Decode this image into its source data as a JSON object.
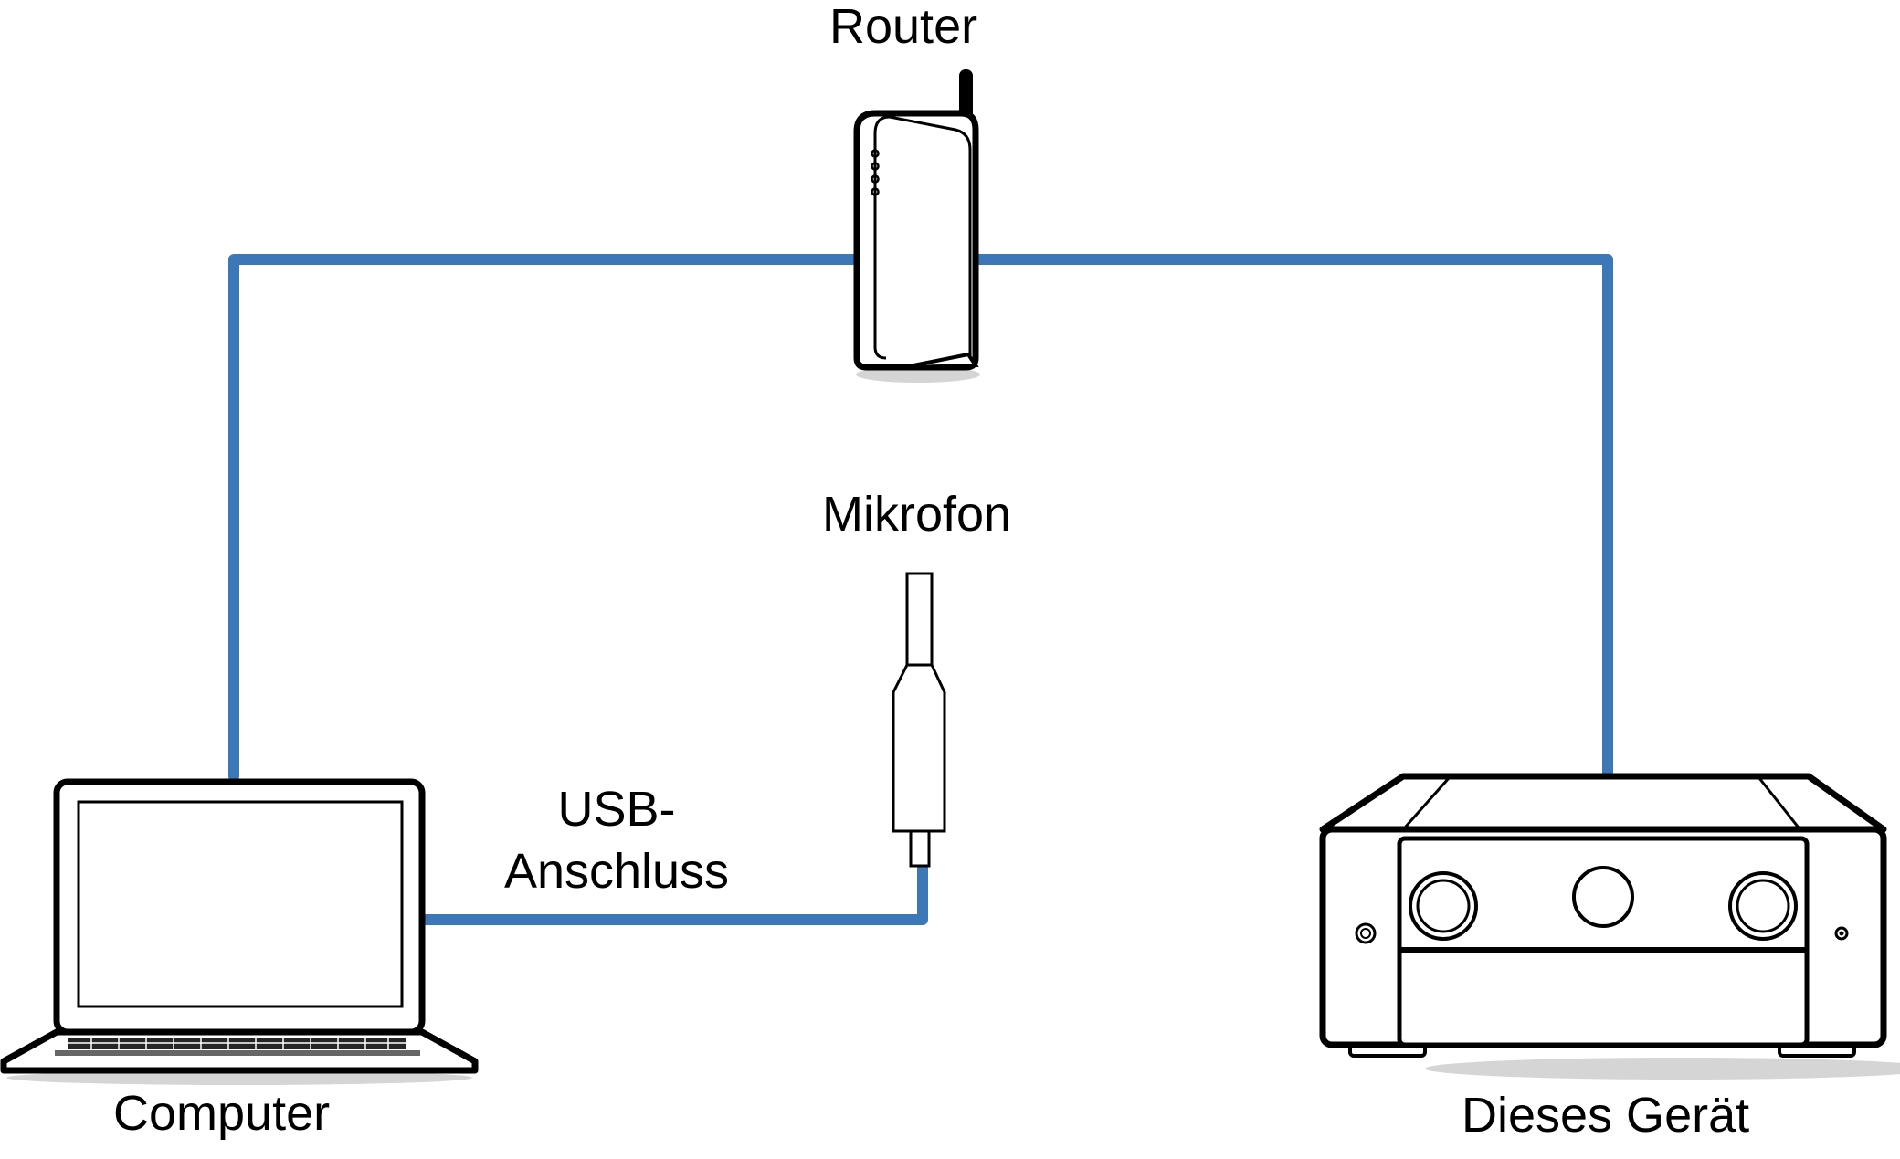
{
  "diagram": {
    "nodes": {
      "router": {
        "label": "Router"
      },
      "microphone": {
        "label": "Mikrofon"
      },
      "computer": {
        "label": "Computer"
      },
      "device": {
        "label": "Dieses Gerät"
      }
    },
    "usb_label": {
      "line1": "USB-",
      "line2": "Anschluss"
    },
    "edges": [
      {
        "from": "computer",
        "to": "router",
        "type": "network"
      },
      {
        "from": "router",
        "to": "device",
        "type": "network"
      },
      {
        "from": "computer",
        "to": "microphone",
        "type": "usb"
      }
    ],
    "colors": {
      "cable": "#3c78b8",
      "outline": "#000000",
      "shadow": "#d5d5d5",
      "background": "#ffffff"
    }
  }
}
